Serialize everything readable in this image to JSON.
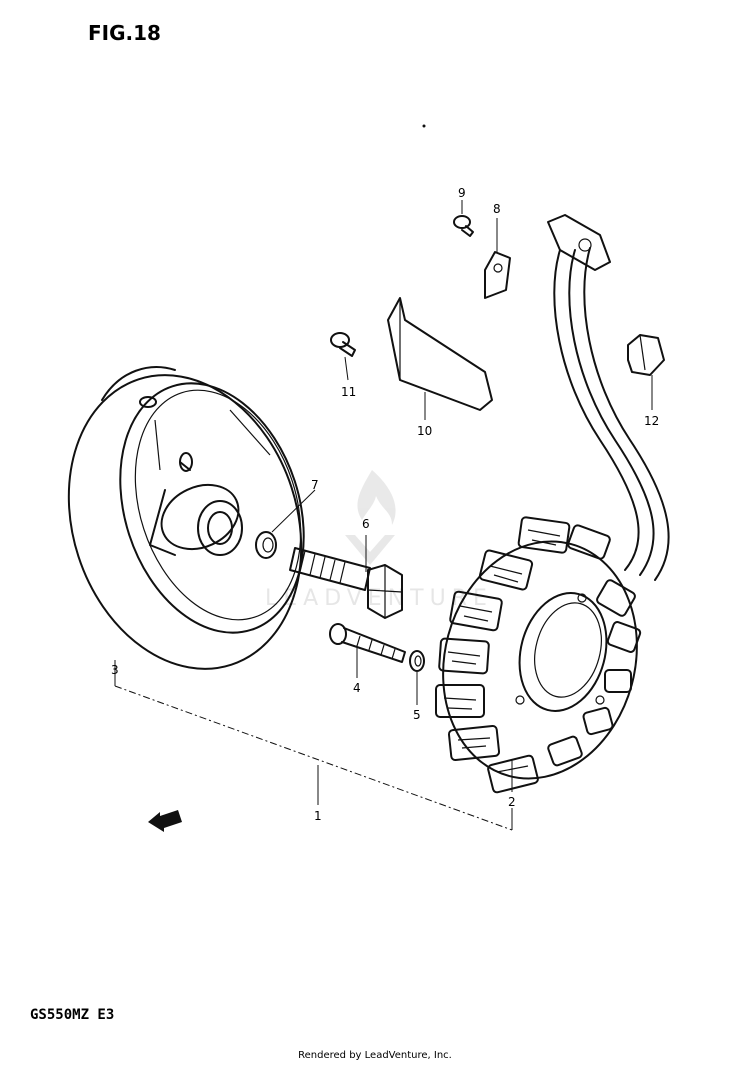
{
  "figure": {
    "title": "FIG.18",
    "model": "GS550MZ E3",
    "footer": "Rendered by LeadVenture, Inc.",
    "watermark": "LEADVENTURE"
  },
  "callouts": [
    "1",
    "2",
    "3",
    "4",
    "5",
    "6",
    "7",
    "8",
    "9",
    "10",
    "11",
    "12"
  ],
  "icons": [
    "fwd-arrow-icon",
    "leadventure-flame-icon"
  ]
}
